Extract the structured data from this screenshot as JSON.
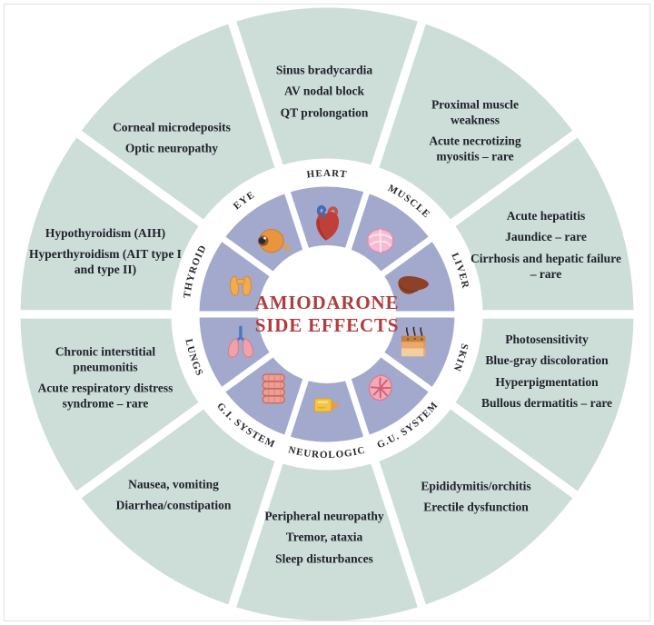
{
  "title": {
    "line1": "AMIODARONE",
    "line2": "SIDE EFFECTS"
  },
  "colors": {
    "outer_ring": "#cdded9",
    "inner_ring": "#a2a9cc",
    "title_red": "#b23b3d",
    "effect_text": "#21212b",
    "label_text": "#26262e",
    "gap_white": "#ffffff"
  },
  "wheel": {
    "segments": [
      {
        "id": "heart",
        "organ": "HEART",
        "icon": "heart-icon",
        "angle": 0,
        "effects": [
          "Sinus bradycardia",
          "AV nodal block",
          "QT prolongation"
        ]
      },
      {
        "id": "muscle",
        "organ": "MUSCLE",
        "icon": "muscle-icon",
        "angle": 36,
        "effects": [
          "Proximal muscle weakness",
          "Acute necrotizing myositis – rare"
        ]
      },
      {
        "id": "liver",
        "organ": "LIVER",
        "icon": "liver-icon",
        "angle": 72,
        "effects": [
          "Acute hepatitis",
          "Jaundice – rare",
          "Cirrhosis and hepatic failure – rare"
        ]
      },
      {
        "id": "skin",
        "organ": "SKIN",
        "icon": "skin-icon",
        "angle": 108,
        "effects": [
          "Photosensitivity",
          "Blue-gray discoloration",
          "Hyperpigmentation",
          "Bullous dermatitis – rare"
        ]
      },
      {
        "id": "gu",
        "organ": "G.U. SYSTEM",
        "icon": "kidney-icon",
        "angle": 144,
        "effects": [
          "Epididymitis/orchitis",
          "Erectile dysfunction"
        ]
      },
      {
        "id": "neurologic",
        "organ": "NEUROLOGIC",
        "icon": "nerve-icon",
        "angle": 180,
        "effects": [
          "Peripheral neuropathy",
          "Tremor, ataxia",
          "Sleep disturbances"
        ]
      },
      {
        "id": "gi",
        "organ": "G.I. SYSTEM",
        "icon": "intestine-icon",
        "angle": 216,
        "effects": [
          "Nausea, vomiting",
          "Diarrhea/constipation"
        ]
      },
      {
        "id": "lungs",
        "organ": "LUNGS",
        "icon": "lungs-icon",
        "angle": 252,
        "effects": [
          "Chronic interstitial pneumonitis",
          "Acute respiratory distress syndrome – rare"
        ]
      },
      {
        "id": "thyroid",
        "organ": "THYROID",
        "icon": "thyroid-icon",
        "angle": 288,
        "effects": [
          "Hypothyroidism (AIH)",
          "Hyperthyroidism (AIT type I and type II)"
        ]
      },
      {
        "id": "eye",
        "organ": "EYE",
        "icon": "eye-icon",
        "angle": 324,
        "effects": [
          "Corneal microdeposits",
          "Optic neuropathy"
        ]
      }
    ]
  }
}
